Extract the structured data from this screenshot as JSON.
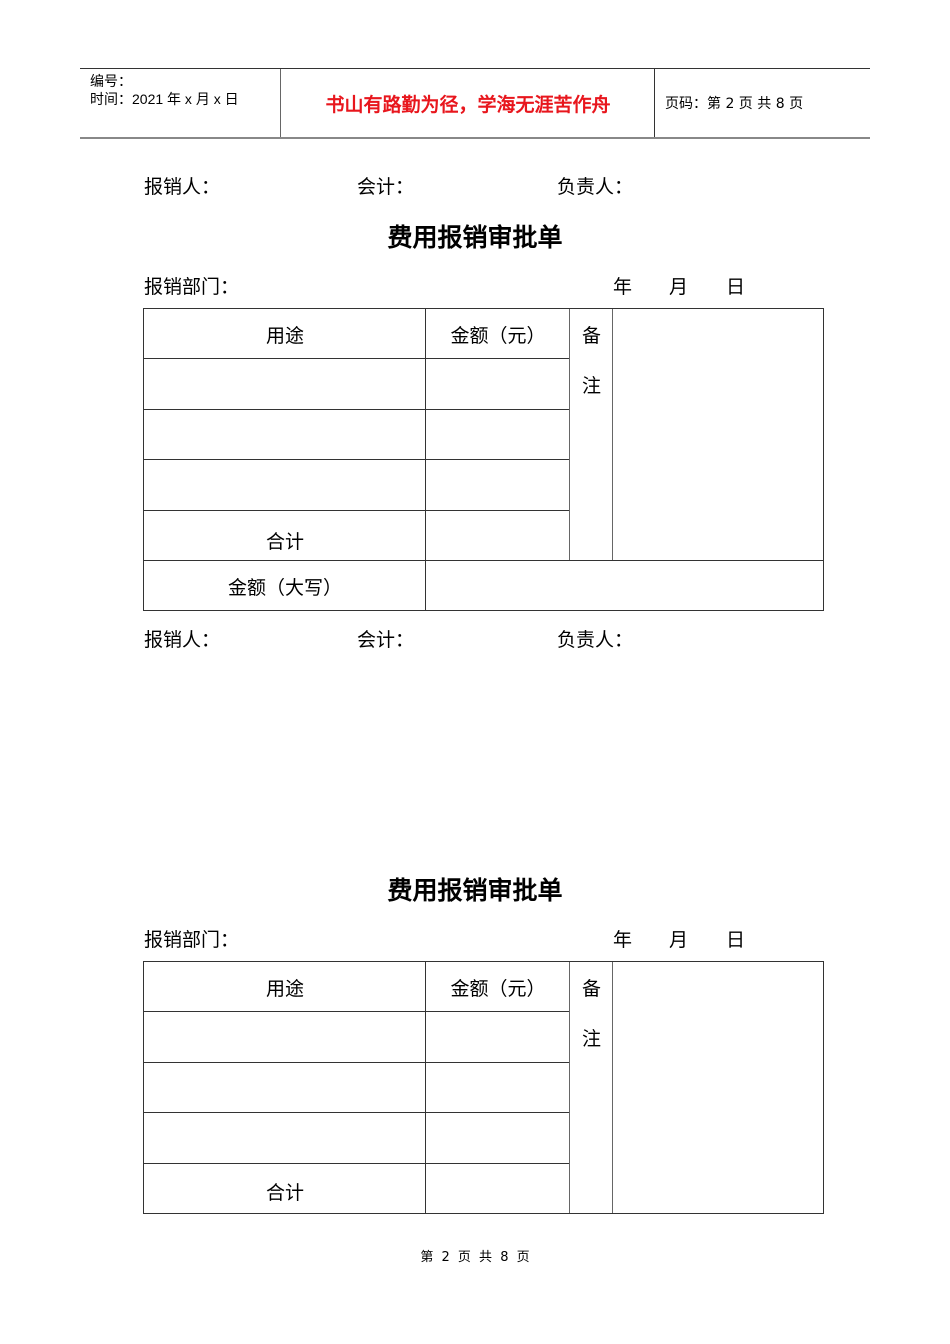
{
  "header": {
    "number_label": "编号：",
    "time_label": "时间：2021 年 x 月 x 日",
    "motto": "书山有路勤为径，学海无涯苦作舟",
    "page_info": "页码：第 2 页  共 8 页",
    "motto_color": "#e8161d"
  },
  "signature": {
    "claimant": "报销人：",
    "accountant": "会计：",
    "supervisor": "负责人："
  },
  "forms": [
    {
      "title": "费用报销审批单",
      "department_label": "报销部门：",
      "date": {
        "year": "年",
        "month": "月",
        "day": "日"
      },
      "columns": {
        "purpose": "用途",
        "amount": "金额（元）",
        "remarks_1": "备",
        "remarks_2": "注"
      },
      "rows": [
        {
          "purpose": "",
          "amount": ""
        },
        {
          "purpose": "",
          "amount": ""
        },
        {
          "purpose": "",
          "amount": ""
        }
      ],
      "total_label": "合计",
      "total_value": "",
      "uppercase_label": "金额（大写）",
      "uppercase_value": "",
      "remarks_value": ""
    },
    {
      "title": "费用报销审批单",
      "department_label": "报销部门：",
      "date": {
        "year": "年",
        "month": "月",
        "day": "日"
      },
      "columns": {
        "purpose": "用途",
        "amount": "金额（元）",
        "remarks_1": "备",
        "remarks_2": "注"
      },
      "rows": [
        {
          "purpose": "",
          "amount": ""
        },
        {
          "purpose": "",
          "amount": ""
        },
        {
          "purpose": "",
          "amount": ""
        }
      ],
      "total_label": "合计",
      "total_value": "",
      "remarks_value": ""
    }
  ],
  "footer": {
    "page_text": "第 2 页 共 8 页"
  }
}
